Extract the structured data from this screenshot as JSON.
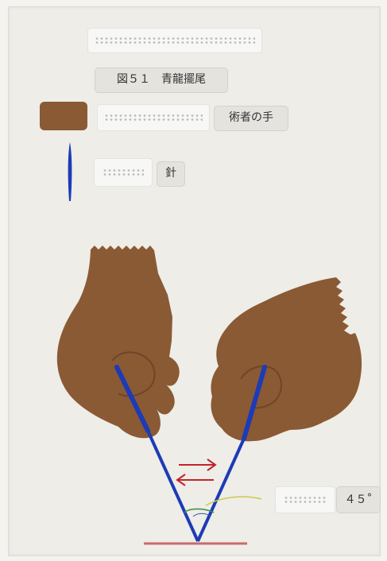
{
  "figure": {
    "title": "図５１　青龍擺尾",
    "legend": {
      "hand_label": "術者の手",
      "needle_label": "針"
    },
    "angle_label": "４５˚"
  },
  "colors": {
    "hand": "#8a5a34",
    "hand_shadow": "#6f4527",
    "needle": "#1d3bb6",
    "arrow": "#c4232a",
    "base_line": "#c86c6a",
    "angle_arc_green": "#3b8f3b",
    "angle_arc_yellow": "#cfc84a",
    "label_tile": "#e4e3de"
  }
}
